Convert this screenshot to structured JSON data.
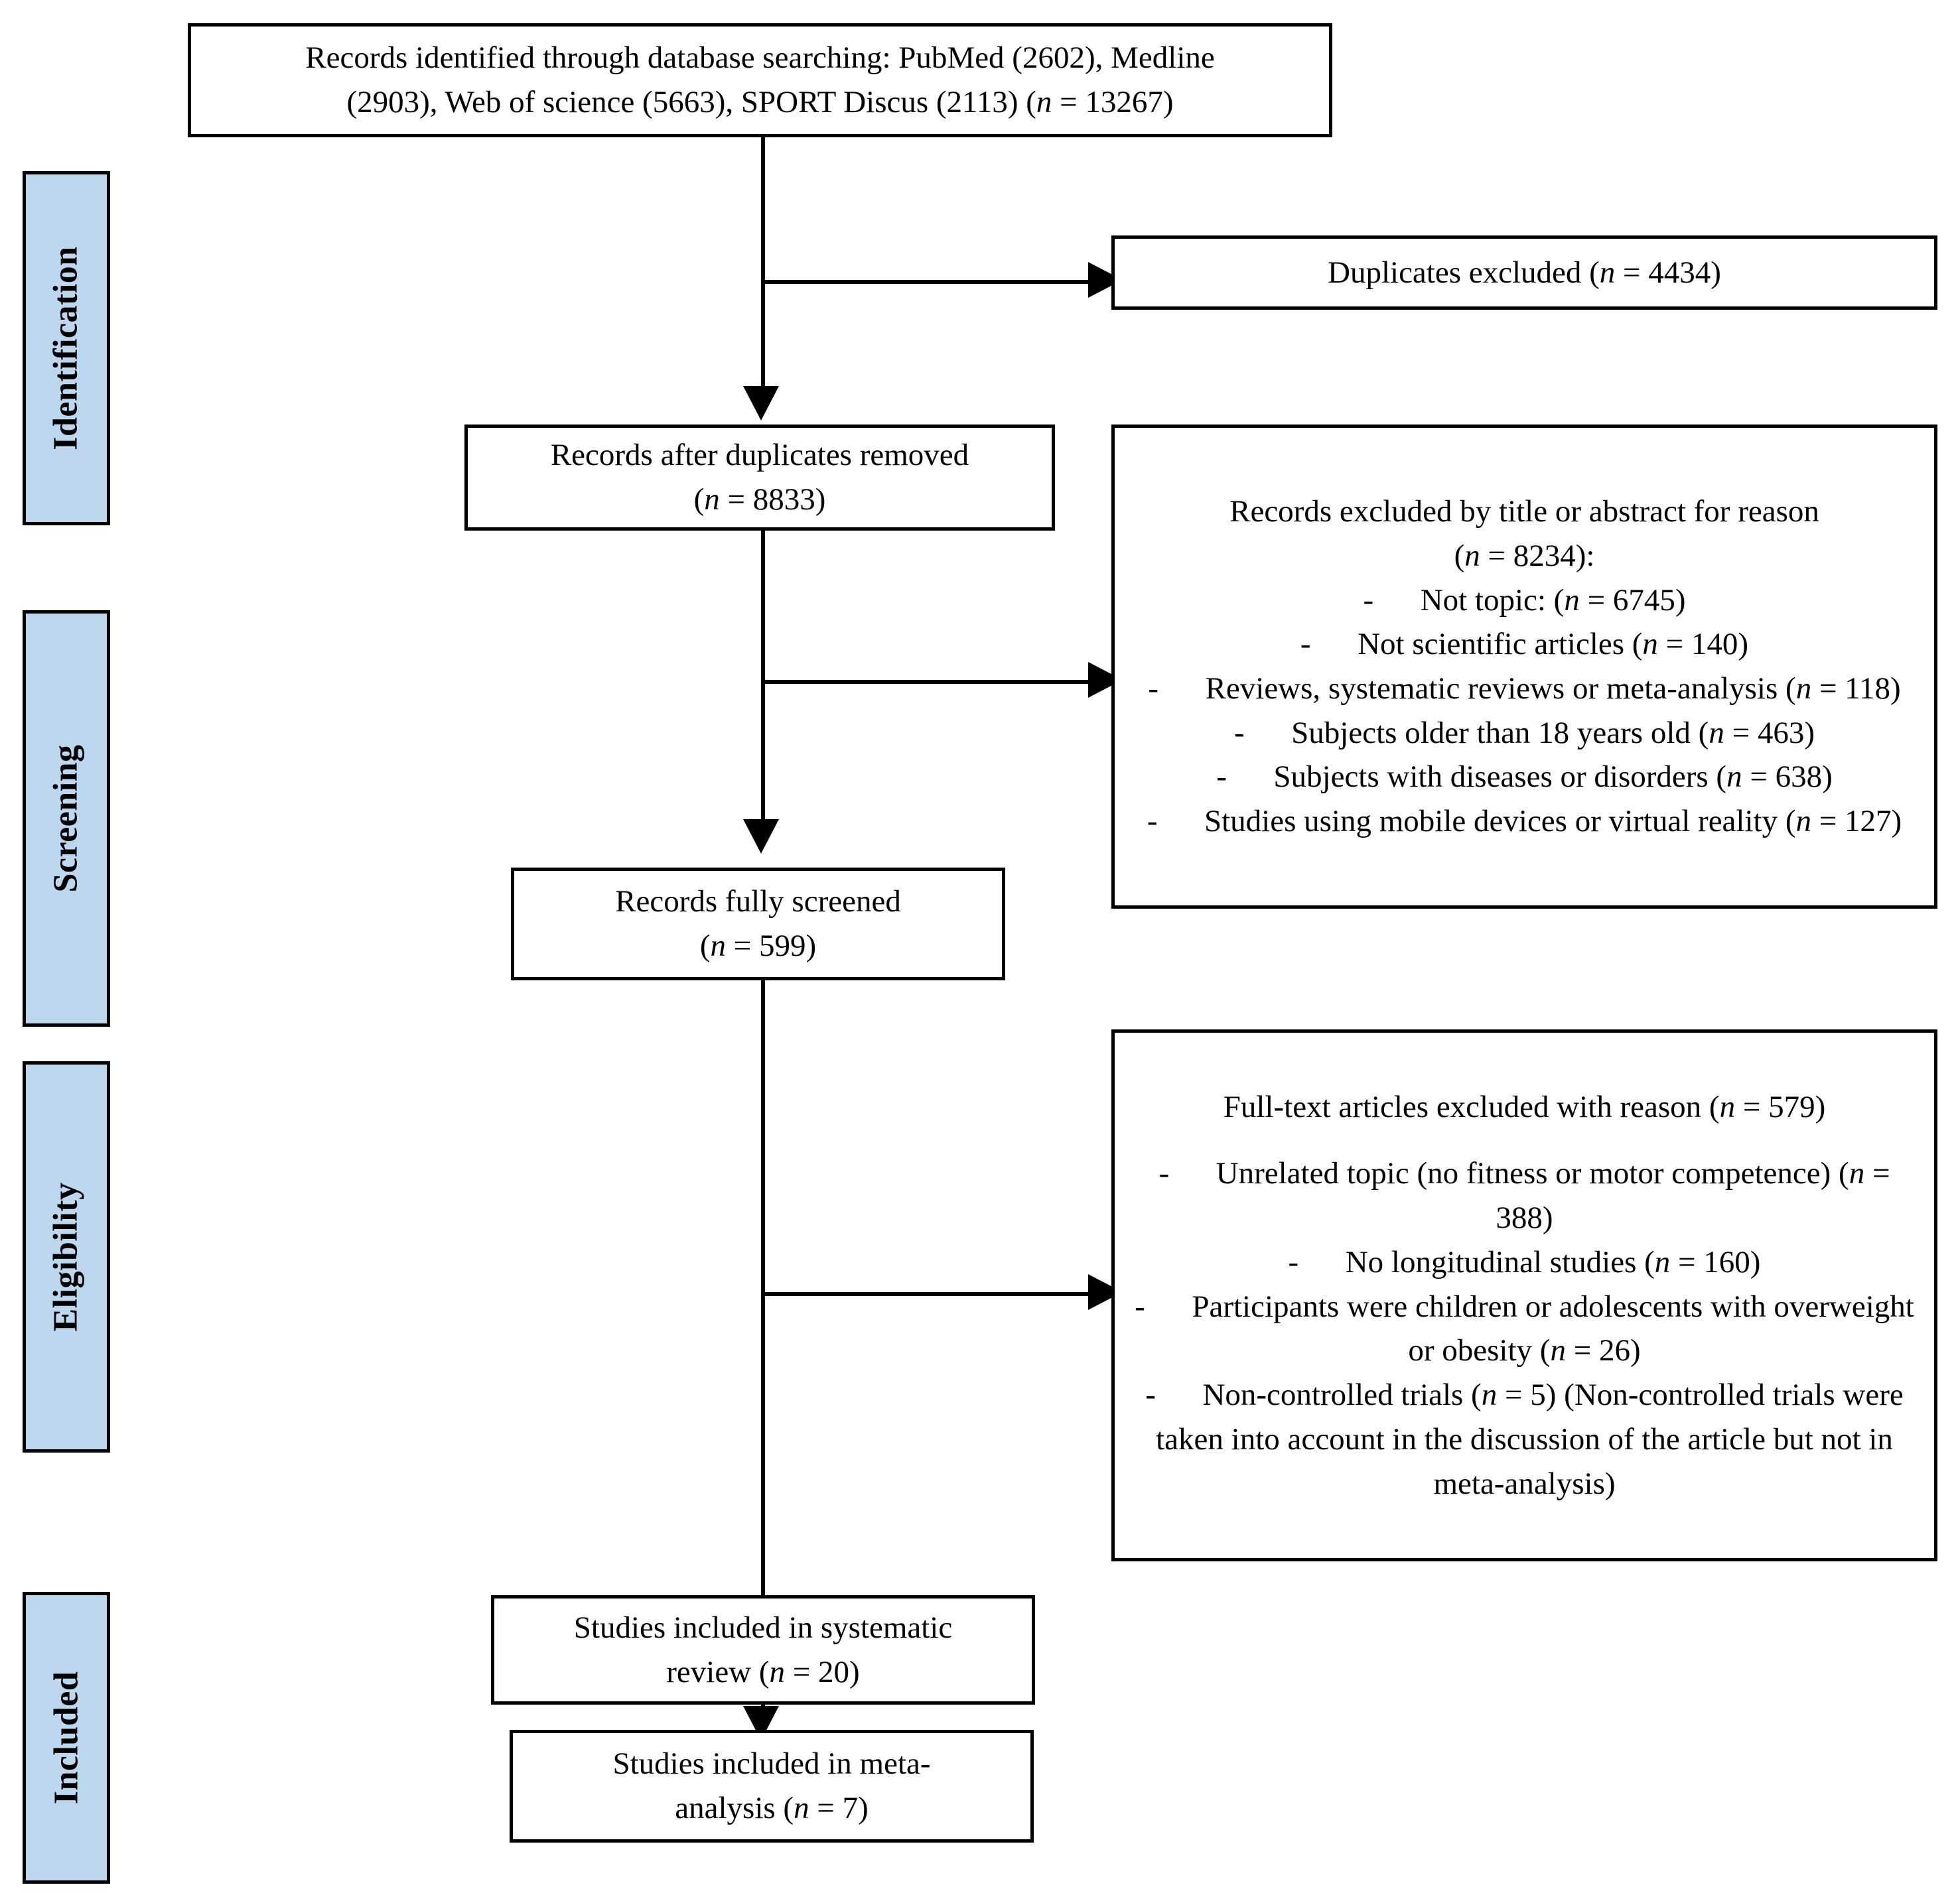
{
  "diagram": {
    "title": "PRISMA flow diagram",
    "accent_color": "#bdd7ee",
    "line_color": "#000000",
    "background": "#ffffff"
  },
  "stages": [
    {
      "label": "Identification"
    },
    {
      "label": "Screening"
    },
    {
      "label": "Eligibility"
    },
    {
      "label": "Included"
    }
  ],
  "boxes": {
    "identified": {
      "line1": "Records identified through database searching: PubMed (2602), Medline",
      "line2_a": "(2903), Web of science (5663), SPORT Discus (2113) (",
      "line2_n": "n",
      "line2_b": " = 13267)"
    },
    "duplicates_excluded": {
      "text_a": "Duplicates excluded (",
      "text_n": "n",
      "text_b": " = 4434)"
    },
    "after_duplicates": {
      "line1": "Records after duplicates removed",
      "line2_a": "(",
      "line2_n": "n",
      "line2_b": " =  8833)"
    },
    "excluded_title_abstract": {
      "heading_line1": "Records excluded by title or abstract for reason",
      "heading_line2_a": "(",
      "heading_line2_n": "n",
      "heading_line2_b": " = 8234):",
      "items": [
        {
          "dash": "-",
          "text_a": "Not topic: (",
          "text_n": "n",
          "text_b": " = 6745)"
        },
        {
          "dash": "-",
          "text_a": "Not scientific articles (",
          "text_n": "n",
          "text_b": " = 140)"
        },
        {
          "dash": "-",
          "text_a": "Reviews, systematic reviews or meta-analysis (",
          "text_n": "n",
          "text_b": " = 118)"
        },
        {
          "dash": "-",
          "text_a": "Subjects older than 18 years old (",
          "text_n": "n",
          "text_b": " = 463)"
        },
        {
          "dash": "-",
          "text_a": "Subjects with diseases or disorders (",
          "text_n": "n",
          "text_b": " = 638)"
        },
        {
          "dash": "-",
          "text_a": "Studies using mobile devices or virtual reality (",
          "text_n": "n",
          "text_b": " = 127)"
        }
      ]
    },
    "fully_screened": {
      "line1": "Records fully screened",
      "line2_a": "(",
      "line2_n": "n",
      "line2_b": " = 599)"
    },
    "fulltext_excluded": {
      "heading_a": "Full-text articles excluded with reason (",
      "heading_n": "n",
      "heading_b": " = 579)",
      "items": [
        {
          "dash": "-",
          "text_a": "Unrelated topic (no fitness or motor competence) (",
          "text_n": "n",
          "text_b": " = 388)"
        },
        {
          "dash": "-",
          "text_a": "No longitudinal studies (",
          "text_n": "n",
          "text_b": " = 160)"
        },
        {
          "dash": "-",
          "text_a": "Participants were children or adolescents with overweight or obesity (",
          "text_n": "n",
          "text_b": " = 26)"
        },
        {
          "dash": "-",
          "text_a": "Non-controlled trials (",
          "text_n": "n",
          "text_b": " = 5) (Non-controlled trials were taken into account in  the discussion of the article but not in meta-analysis)"
        }
      ]
    },
    "included_review": {
      "line1": "Studies included in systematic",
      "line2_a": "review (",
      "line2_n": "n",
      "line2_b": " = 20)"
    },
    "included_meta": {
      "line1": "Studies included in meta-",
      "line2_a": "analysis (",
      "line2_n": "n",
      "line2_b": " = 7)"
    }
  }
}
